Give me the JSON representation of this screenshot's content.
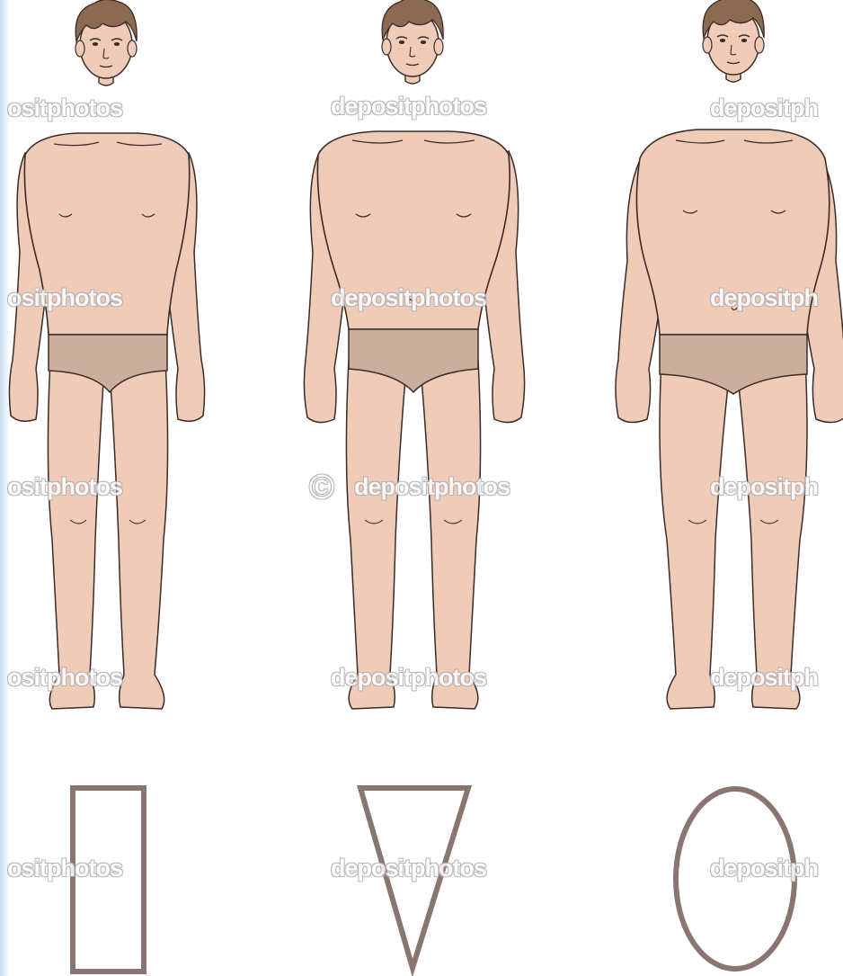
{
  "watermark": {
    "brand": "depositphotos",
    "partial_left": "ositphotos",
    "partial_right": "depositph"
  },
  "figures": [
    {
      "name": "rectangle-body-type",
      "shape": "rectangle"
    },
    {
      "name": "inverted-triangle-body-type",
      "shape": "inverted-triangle"
    },
    {
      "name": "oval-body-type",
      "shape": "oval"
    }
  ],
  "colors": {
    "skin": "#efcbb8",
    "underwear": "#ccae9c",
    "hair": "#8c6a52",
    "outline": "#3a2c28",
    "shape_stroke": "#8a7670",
    "edge": "#c9dcef"
  }
}
